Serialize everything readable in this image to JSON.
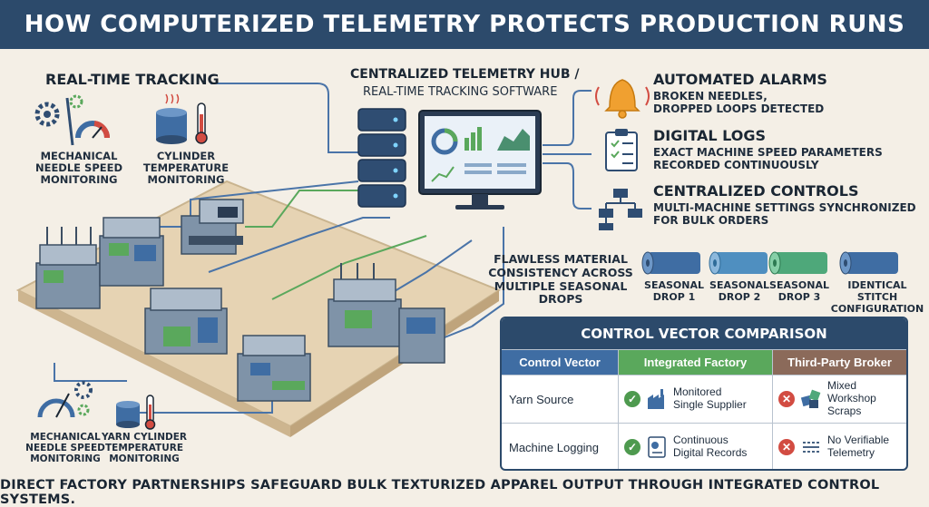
{
  "title": "HOW COMPUTERIZED TELEMETRY PROTECTS PRODUCTION RUNS",
  "tracking": {
    "heading": "REAL-TIME TRACKING",
    "needle_label": "MECHANICAL NEEDLE SPEED MONITORING",
    "temp_label": "CYLINDER TEMPERATURE MONITORING"
  },
  "bottom_tracking": {
    "needle_label": "MECHANICAL NEEDLE SPEED MONITORING",
    "temp_label": "YARN CYLINDER TEMPERATURE MONITORING"
  },
  "hub": {
    "line1": "CENTRALIZED TELEMETRY HUB /",
    "line2": "REAL-TIME TRACKING SOFTWARE"
  },
  "features": [
    {
      "title": "AUTOMATED ALARMS",
      "desc1": "BROKEN NEEDLES,",
      "desc2": "DROPPED LOOPS DETECTED",
      "icon": "bell-icon"
    },
    {
      "title": "DIGITAL LOGS",
      "desc1": "EXACT MACHINE SPEED PARAMETERS",
      "desc2": "RECORDED CONTINUOUSLY",
      "icon": "clipboard-icon"
    },
    {
      "title": "CENTRALIZED CONTROLS",
      "desc1": "MULTI-MACHINE SETTINGS SYNCHRONIZED",
      "desc2": "FOR BULK ORDERS",
      "icon": "network-icon"
    }
  ],
  "consistency": {
    "line1": "FLAWLESS MATERIAL",
    "line2": "CONSISTENCY ACROSS",
    "line3": "MULTIPLE SEASONAL DROPS",
    "drops": [
      {
        "line1": "SEASONAL",
        "line2": "DROP 1",
        "color": "#3f6da3"
      },
      {
        "line1": "SEASONAL",
        "line2": "DROP 2",
        "color": "#4f8fc0"
      },
      {
        "line1": "SEASONAL",
        "line2": "DROP 3",
        "color": "#4ea87a"
      },
      {
        "line1": "IDENTICAL STITCH",
        "line2": "CONFIGURATION",
        "color": "#3f6da3"
      }
    ]
  },
  "table": {
    "title": "CONTROL VECTOR COMPARISON",
    "headers": [
      "Control Vector",
      "Integrated Factory",
      "Third-Party Broker"
    ],
    "rows": [
      {
        "vector": "Yarn Source",
        "factory1": "Monitored",
        "factory2": "Single Supplier",
        "broker1": "Mixed Workshop",
        "broker2": "Scraps"
      },
      {
        "vector": "Machine Logging",
        "factory1": "Continuous",
        "factory2": "Digital Records",
        "broker1": "No Verifiable",
        "broker2": "Telemetry"
      }
    ]
  },
  "footer": "DIRECT FACTORY PARTNERSHIPS SAFEGUARD BULK TEXTURIZED APPAREL OUTPUT THROUGH INTEGRATED CONTROL SYSTEMS.",
  "colors": {
    "navy": "#2c4a6b",
    "background": "#f4efe6",
    "accent_blue": "#3f6da3",
    "accent_green": "#5aa85c",
    "accent_brown": "#8b6a5a",
    "alarm_orange": "#f0a030"
  }
}
